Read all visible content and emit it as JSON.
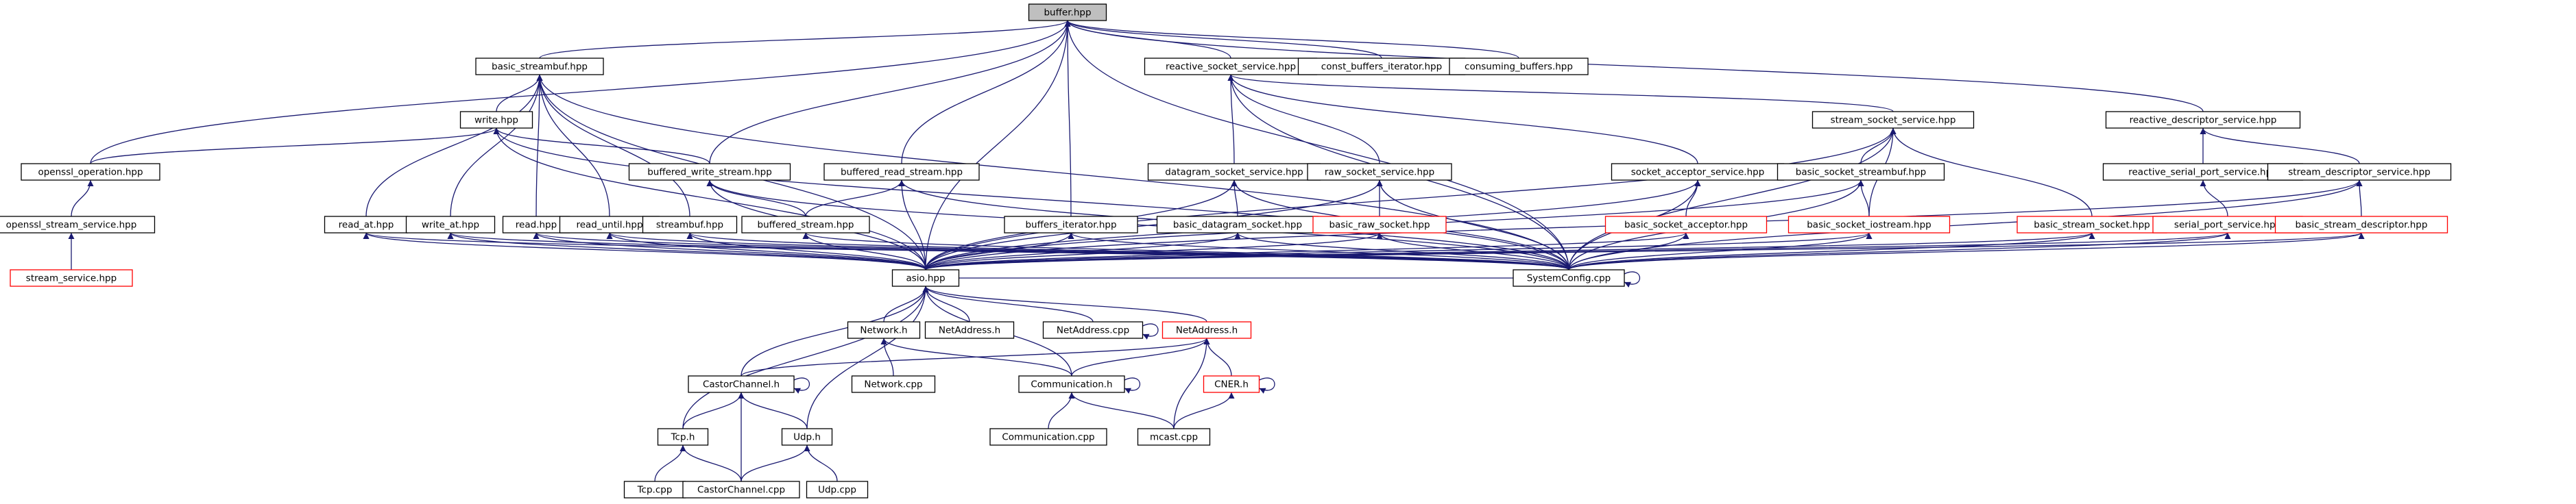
{
  "graph": {
    "colors": {
      "edge": "#191970",
      "normal_border": "#000000",
      "missing_border": "#ff0000",
      "root_fill": "#bfbfbf",
      "node_fill": "#ffffff"
    },
    "nodes": [
      {
        "id": "buffer_hpp",
        "label": "buffer.hpp",
        "kind": "root"
      },
      {
        "id": "basic_streambuf_hpp",
        "label": "basic_streambuf.hpp"
      },
      {
        "id": "reactive_socket_service_hpp",
        "label": "reactive_socket_service.hpp"
      },
      {
        "id": "const_buffers_iterator_hpp",
        "label": "const_buffers_iterator.hpp"
      },
      {
        "id": "consuming_buffers_hpp",
        "label": "consuming_buffers.hpp"
      },
      {
        "id": "write_hpp",
        "label": "write.hpp"
      },
      {
        "id": "stream_socket_service_hpp",
        "label": "stream_socket_service.hpp"
      },
      {
        "id": "reactive_descriptor_service_hpp",
        "label": "reactive_descriptor_service.hpp"
      },
      {
        "id": "openssl_operation_hpp",
        "label": "openssl_operation.hpp"
      },
      {
        "id": "buffered_write_stream_hpp",
        "label": "buffered_write_stream.hpp"
      },
      {
        "id": "buffered_read_stream_hpp",
        "label": "buffered_read_stream.hpp"
      },
      {
        "id": "datagram_socket_service_hpp",
        "label": "datagram_socket_service.hpp"
      },
      {
        "id": "raw_socket_service_hpp",
        "label": "raw_socket_service.hpp"
      },
      {
        "id": "socket_acceptor_service_hpp",
        "label": "socket_acceptor_service.hpp"
      },
      {
        "id": "basic_socket_streambuf_hpp",
        "label": "basic_socket_streambuf.hpp"
      },
      {
        "id": "reactive_serial_port_service_hpp",
        "label": "reactive_serial_port_service.hpp"
      },
      {
        "id": "stream_descriptor_service_hpp",
        "label": "stream_descriptor_service.hpp"
      },
      {
        "id": "openssl_stream_service_hpp",
        "label": "openssl_stream_service.hpp"
      },
      {
        "id": "read_at_hpp",
        "label": "read_at.hpp"
      },
      {
        "id": "write_at_hpp",
        "label": "write_at.hpp"
      },
      {
        "id": "read_hpp",
        "label": "read.hpp"
      },
      {
        "id": "read_until_hpp",
        "label": "read_until.hpp"
      },
      {
        "id": "streambuf_hpp",
        "label": "streambuf.hpp"
      },
      {
        "id": "buffered_stream_hpp",
        "label": "buffered_stream.hpp"
      },
      {
        "id": "buffers_iterator_hpp",
        "label": "buffers_iterator.hpp"
      },
      {
        "id": "basic_datagram_socket_hpp",
        "label": "basic_datagram_socket.hpp"
      },
      {
        "id": "basic_raw_socket_hpp",
        "label": "basic_raw_socket.hpp",
        "kind": "missing"
      },
      {
        "id": "basic_socket_acceptor_hpp",
        "label": "basic_socket_acceptor.hpp",
        "kind": "missing"
      },
      {
        "id": "basic_socket_iostream_hpp",
        "label": "basic_socket_iostream.hpp",
        "kind": "missing"
      },
      {
        "id": "basic_stream_socket_hpp",
        "label": "basic_stream_socket.hpp",
        "kind": "missing"
      },
      {
        "id": "serial_port_service_hpp",
        "label": "serial_port_service.hpp",
        "kind": "missing"
      },
      {
        "id": "basic_stream_descriptor_hpp",
        "label": "basic_stream_descriptor.hpp",
        "kind": "missing"
      },
      {
        "id": "stream_service_hpp",
        "label": "stream_service.hpp",
        "kind": "missing"
      },
      {
        "id": "asio_hpp",
        "label": "asio.hpp"
      },
      {
        "id": "SystemConfig_cpp",
        "label": "SystemConfig.cpp"
      },
      {
        "id": "Network_h",
        "label": "Network.h"
      },
      {
        "id": "NetAddress_h_local",
        "label": "NetAddress.h"
      },
      {
        "id": "NetAddress_cpp",
        "label": "NetAddress.cpp"
      },
      {
        "id": "NetAddress_h",
        "label": "NetAddress.h",
        "kind": "missing"
      },
      {
        "id": "CastorChannel_h",
        "label": "CastorChannel.h"
      },
      {
        "id": "Network_cpp",
        "label": "Network.cpp"
      },
      {
        "id": "Communication_h",
        "label": "Communication.h"
      },
      {
        "id": "CNER_h",
        "label": "CNER.h",
        "kind": "missing"
      },
      {
        "id": "Tcp_h",
        "label": "Tcp.h"
      },
      {
        "id": "Udp_h",
        "label": "Udp.h"
      },
      {
        "id": "Communication_cpp",
        "label": "Communication.cpp"
      },
      {
        "id": "mcast_cpp",
        "label": "mcast.cpp"
      },
      {
        "id": "Tcp_cpp",
        "label": "Tcp.cpp"
      },
      {
        "id": "CastorChannel_cpp",
        "label": "CastorChannel.cpp"
      },
      {
        "id": "Udp_cpp",
        "label": "Udp.cpp"
      }
    ],
    "edges": [
      [
        "buffer_hpp",
        "basic_streambuf_hpp"
      ],
      [
        "buffer_hpp",
        "reactive_socket_service_hpp"
      ],
      [
        "buffer_hpp",
        "const_buffers_iterator_hpp"
      ],
      [
        "buffer_hpp",
        "consuming_buffers_hpp"
      ],
      [
        "buffer_hpp",
        "reactive_descriptor_service_hpp"
      ],
      [
        "buffer_hpp",
        "openssl_operation_hpp"
      ],
      [
        "buffer_hpp",
        "buffered_write_stream_hpp"
      ],
      [
        "buffer_hpp",
        "buffered_read_stream_hpp"
      ],
      [
        "buffer_hpp",
        "buffers_iterator_hpp"
      ],
      [
        "buffer_hpp",
        "asio_hpp"
      ],
      [
        "buffer_hpp",
        "SystemConfig_cpp"
      ],
      [
        "basic_streambuf_hpp",
        "write_hpp"
      ],
      [
        "basic_streambuf_hpp",
        "read_at_hpp"
      ],
      [
        "basic_streambuf_hpp",
        "write_at_hpp"
      ],
      [
        "basic_streambuf_hpp",
        "read_hpp"
      ],
      [
        "basic_streambuf_hpp",
        "read_until_hpp"
      ],
      [
        "basic_streambuf_hpp",
        "streambuf_hpp"
      ],
      [
        "basic_streambuf_hpp",
        "asio_hpp"
      ],
      [
        "basic_streambuf_hpp",
        "SystemConfig_cpp"
      ],
      [
        "write_hpp",
        "openssl_operation_hpp"
      ],
      [
        "write_hpp",
        "buffered_write_stream_hpp"
      ],
      [
        "write_hpp",
        "asio_hpp"
      ],
      [
        "write_hpp",
        "SystemConfig_cpp"
      ],
      [
        "reactive_socket_service_hpp",
        "stream_socket_service_hpp"
      ],
      [
        "reactive_socket_service_hpp",
        "datagram_socket_service_hpp"
      ],
      [
        "reactive_socket_service_hpp",
        "raw_socket_service_hpp"
      ],
      [
        "reactive_socket_service_hpp",
        "socket_acceptor_service_hpp"
      ],
      [
        "reactive_socket_service_hpp",
        "SystemConfig_cpp"
      ],
      [
        "stream_socket_service_hpp",
        "basic_socket_streambuf_hpp"
      ],
      [
        "stream_socket_service_hpp",
        "basic_socket_iostream_hpp"
      ],
      [
        "stream_socket_service_hpp",
        "basic_stream_socket_hpp"
      ],
      [
        "stream_socket_service_hpp",
        "asio_hpp"
      ],
      [
        "stream_socket_service_hpp",
        "SystemConfig_cpp"
      ],
      [
        "reactive_descriptor_service_hpp",
        "reactive_serial_port_service_hpp"
      ],
      [
        "reactive_descriptor_service_hpp",
        "stream_descriptor_service_hpp"
      ],
      [
        "reactive_serial_port_service_hpp",
        "serial_port_service_hpp"
      ],
      [
        "stream_descriptor_service_hpp",
        "basic_stream_descriptor_hpp"
      ],
      [
        "stream_descriptor_service_hpp",
        "asio_hpp"
      ],
      [
        "stream_descriptor_service_hpp",
        "SystemConfig_cpp"
      ],
      [
        "openssl_operation_hpp",
        "openssl_stream_service_hpp"
      ],
      [
        "openssl_stream_service_hpp",
        "stream_service_hpp"
      ],
      [
        "buffered_write_stream_hpp",
        "buffered_stream_hpp"
      ],
      [
        "buffered_write_stream_hpp",
        "asio_hpp"
      ],
      [
        "buffered_write_stream_hpp",
        "SystemConfig_cpp"
      ],
      [
        "buffered_read_stream_hpp",
        "buffered_stream_hpp"
      ],
      [
        "buffered_read_stream_hpp",
        "asio_hpp"
      ],
      [
        "buffered_read_stream_hpp",
        "SystemConfig_cpp"
      ],
      [
        "datagram_socket_service_hpp",
        "basic_datagram_socket_hpp"
      ],
      [
        "datagram_socket_service_hpp",
        "asio_hpp"
      ],
      [
        "datagram_socket_service_hpp",
        "SystemConfig_cpp"
      ],
      [
        "raw_socket_service_hpp",
        "basic_raw_socket_hpp"
      ],
      [
        "raw_socket_service_hpp",
        "asio_hpp"
      ],
      [
        "raw_socket_service_hpp",
        "SystemConfig_cpp"
      ],
      [
        "socket_acceptor_service_hpp",
        "basic_socket_acceptor_hpp"
      ],
      [
        "socket_acceptor_service_hpp",
        "asio_hpp"
      ],
      [
        "socket_acceptor_service_hpp",
        "SystemConfig_cpp"
      ],
      [
        "basic_socket_streambuf_hpp",
        "basic_socket_iostream_hpp"
      ],
      [
        "basic_socket_streambuf_hpp",
        "asio_hpp"
      ],
      [
        "basic_socket_streambuf_hpp",
        "SystemConfig_cpp"
      ],
      [
        "read_at_hpp",
        "asio_hpp"
      ],
      [
        "read_at_hpp",
        "SystemConfig_cpp"
      ],
      [
        "write_at_hpp",
        "asio_hpp"
      ],
      [
        "write_at_hpp",
        "SystemConfig_cpp"
      ],
      [
        "read_hpp",
        "asio_hpp"
      ],
      [
        "read_hpp",
        "SystemConfig_cpp"
      ],
      [
        "read_until_hpp",
        "asio_hpp"
      ],
      [
        "read_until_hpp",
        "SystemConfig_cpp"
      ],
      [
        "streambuf_hpp",
        "asio_hpp"
      ],
      [
        "streambuf_hpp",
        "SystemConfig_cpp"
      ],
      [
        "buffered_stream_hpp",
        "asio_hpp"
      ],
      [
        "buffered_stream_hpp",
        "SystemConfig_cpp"
      ],
      [
        "buffers_iterator_hpp",
        "asio_hpp"
      ],
      [
        "buffers_iterator_hpp",
        "SystemConfig_cpp"
      ],
      [
        "basic_datagram_socket_hpp",
        "asio_hpp"
      ],
      [
        "basic_datagram_socket_hpp",
        "SystemConfig_cpp"
      ],
      [
        "basic_raw_socket_hpp",
        "asio_hpp"
      ],
      [
        "basic_raw_socket_hpp",
        "SystemConfig_cpp"
      ],
      [
        "basic_socket_acceptor_hpp",
        "asio_hpp"
      ],
      [
        "basic_socket_acceptor_hpp",
        "SystemConfig_cpp"
      ],
      [
        "basic_socket_iostream_hpp",
        "asio_hpp"
      ],
      [
        "basic_socket_iostream_hpp",
        "SystemConfig_cpp"
      ],
      [
        "basic_stream_socket_hpp",
        "asio_hpp"
      ],
      [
        "basic_stream_socket_hpp",
        "SystemConfig_cpp"
      ],
      [
        "serial_port_service_hpp",
        "asio_hpp"
      ],
      [
        "serial_port_service_hpp",
        "SystemConfig_cpp"
      ],
      [
        "basic_stream_descriptor_hpp",
        "asio_hpp"
      ],
      [
        "basic_stream_descriptor_hpp",
        "SystemConfig_cpp"
      ],
      [
        "asio_hpp",
        "SystemConfig_cpp"
      ],
      [
        "asio_hpp",
        "Network_h"
      ],
      [
        "asio_hpp",
        "NetAddress_h_local"
      ],
      [
        "asio_hpp",
        "NetAddress_cpp"
      ],
      [
        "asio_hpp",
        "NetAddress_h"
      ],
      [
        "asio_hpp",
        "CastorChannel_h"
      ],
      [
        "asio_hpp",
        "Communication_h"
      ],
      [
        "asio_hpp",
        "Tcp_h"
      ],
      [
        "asio_hpp",
        "Udp_h"
      ],
      [
        "SystemConfig_cpp",
        "SystemConfig_cpp"
      ],
      [
        "Network_h",
        "Network_cpp"
      ],
      [
        "Network_h",
        "Communication_h"
      ],
      [
        "NetAddress_cpp",
        "NetAddress_cpp"
      ],
      [
        "NetAddress_h",
        "CastorChannel_h"
      ],
      [
        "NetAddress_h",
        "Communication_h"
      ],
      [
        "NetAddress_h",
        "CNER_h"
      ],
      [
        "NetAddress_h",
        "mcast_cpp"
      ],
      [
        "CastorChannel_h",
        "CastorChannel_h"
      ],
      [
        "CastorChannel_h",
        "Tcp_h"
      ],
      [
        "CastorChannel_h",
        "Udp_h"
      ],
      [
        "CastorChannel_h",
        "CastorChannel_cpp"
      ],
      [
        "Communication_h",
        "Communication_h"
      ],
      [
        "Communication_h",
        "Communication_cpp"
      ],
      [
        "Communication_h",
        "mcast_cpp"
      ],
      [
        "CNER_h",
        "CNER_h"
      ],
      [
        "CNER_h",
        "mcast_cpp"
      ],
      [
        "Tcp_h",
        "Tcp_cpp"
      ],
      [
        "Tcp_h",
        "CastorChannel_cpp"
      ],
      [
        "Udp_h",
        "Udp_cpp"
      ],
      [
        "Udp_h",
        "CastorChannel_cpp"
      ]
    ]
  }
}
